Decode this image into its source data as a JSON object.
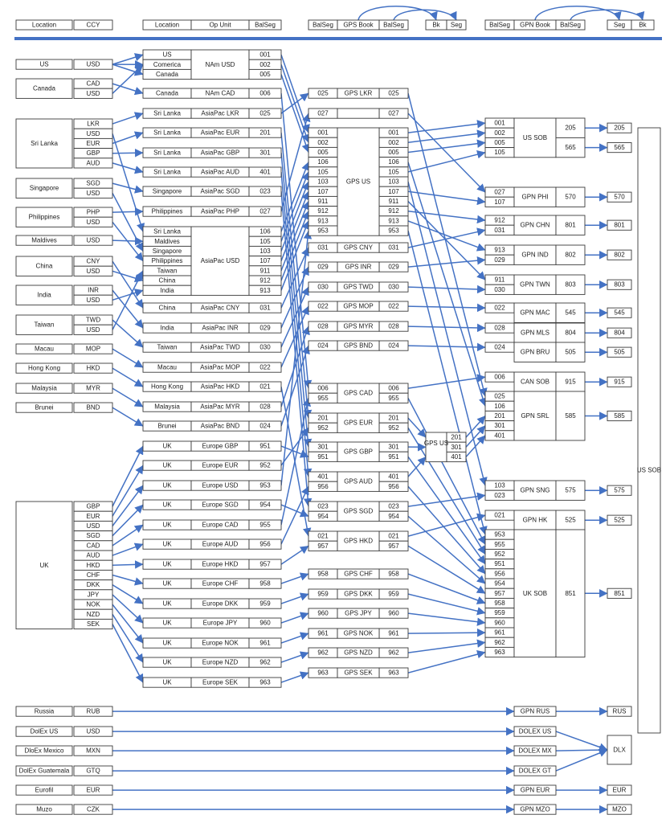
{
  "colors": {
    "arrow": "#4472c4",
    "box_border": "#3a3a3a",
    "header_rule": "#4472c4",
    "text": "#1a1a1a"
  },
  "headers": {
    "location": "Location",
    "ccy": "CCY",
    "location2": "Location",
    "op_unit": "Op Unit",
    "balseg": "BalSeg",
    "gps_balseg_a": "BalSeg",
    "gps_book": "GPS Book",
    "gps_balseg_b": "BalSeg",
    "gps_bk": "Bk",
    "gps_seg": "Seg",
    "gpn_balseg_a": "BalSeg",
    "gpn_book": "GPN Book",
    "gpn_balseg_b": "BalSeg",
    "gpn_seg": "Seg",
    "gpn_bk": "Bk"
  },
  "locations": [
    {
      "name": "US",
      "ccys": [
        "USD"
      ]
    },
    {
      "name": "Canada",
      "ccys": [
        "CAD",
        "USD"
      ]
    },
    {
      "name": "Sri Lanka",
      "ccys": [
        "LKR",
        "USD",
        "EUR",
        "GBP",
        "AUD"
      ]
    },
    {
      "name": "Singapore",
      "ccys": [
        "SGD",
        "USD"
      ]
    },
    {
      "name": "Philippines",
      "ccys": [
        "PHP",
        "USD"
      ]
    },
    {
      "name": "Maldives",
      "ccys": [
        "USD"
      ]
    },
    {
      "name": "China",
      "ccys": [
        "CNY",
        "USD"
      ]
    },
    {
      "name": "India",
      "ccys": [
        "INR",
        "USD"
      ]
    },
    {
      "name": "Taiwan",
      "ccys": [
        "TWD",
        "USD"
      ]
    },
    {
      "name": "Macau",
      "ccys": [
        "MOP"
      ]
    },
    {
      "name": "Hong Kong",
      "ccys": [
        "HKD"
      ]
    },
    {
      "name": "Malaysia",
      "ccys": [
        "MYR"
      ]
    },
    {
      "name": "Brunei",
      "ccys": [
        "BND"
      ]
    },
    {
      "name": "UK",
      "ccys": [
        "GBP",
        "EUR",
        "USD",
        "SGD",
        "CAD",
        "AUD",
        "HKD",
        "CHF",
        "DKK",
        "JPY",
        "NOK",
        "NZD",
        "SEK"
      ]
    }
  ],
  "op_units": [
    {
      "locs": [
        "US",
        "Comerica",
        "Canada"
      ],
      "unit": "NAm USD",
      "segs": [
        "001",
        "002",
        "005"
      ]
    },
    {
      "locs": [
        "Canada"
      ],
      "unit": "NAm CAD",
      "segs": [
        "006"
      ]
    },
    {
      "locs": [
        "Sri Lanka"
      ],
      "unit": "AsiaPac LKR",
      "segs": [
        "025"
      ]
    },
    {
      "locs": [
        "Sri Lanka"
      ],
      "unit": "AsiaPac EUR",
      "segs": [
        "201"
      ]
    },
    {
      "locs": [
        "Sri Lanka"
      ],
      "unit": "AsiaPac GBP",
      "segs": [
        "301"
      ]
    },
    {
      "locs": [
        "Sri Lanka"
      ],
      "unit": "AsiaPac AUD",
      "segs": [
        "401"
      ]
    },
    {
      "locs": [
        "Singapore"
      ],
      "unit": "AsiaPac SGD",
      "segs": [
        "023"
      ]
    },
    {
      "locs": [
        "Philippines"
      ],
      "unit": "AsiaPac PHP",
      "segs": [
        "027"
      ]
    },
    {
      "locs": [
        "Sri Lanka",
        "Maldives",
        "Singapore",
        "Philippines",
        "Taiwan",
        "China",
        "India"
      ],
      "unit": "AsiaPac USD",
      "segs": [
        "106",
        "105",
        "103",
        "107",
        "911",
        "912",
        "913"
      ]
    },
    {
      "locs": [
        "China"
      ],
      "unit": "AsiaPac CNY",
      "segs": [
        "031"
      ]
    },
    {
      "locs": [
        "India"
      ],
      "unit": "AsiaPac INR",
      "segs": [
        "029"
      ]
    },
    {
      "locs": [
        "Taiwan"
      ],
      "unit": "AsiaPac TWD",
      "segs": [
        "030"
      ]
    },
    {
      "locs": [
        "Macau"
      ],
      "unit": "AsiaPac MOP",
      "segs": [
        "022"
      ]
    },
    {
      "locs": [
        "Hong Kong"
      ],
      "unit": "AsiaPac HKD",
      "segs": [
        "021"
      ]
    },
    {
      "locs": [
        "Malaysia"
      ],
      "unit": "AsiaPac MYR",
      "segs": [
        "028"
      ]
    },
    {
      "locs": [
        "Brunei"
      ],
      "unit": "AsiaPac BND",
      "segs": [
        "024"
      ]
    },
    {
      "locs": [
        "UK"
      ],
      "unit": "Europe GBP",
      "segs": [
        "951"
      ]
    },
    {
      "locs": [
        "UK"
      ],
      "unit": "Europe EUR",
      "segs": [
        "952"
      ]
    },
    {
      "locs": [
        "UK"
      ],
      "unit": "Europe USD",
      "segs": [
        "953"
      ]
    },
    {
      "locs": [
        "UK"
      ],
      "unit": "Europe SGD",
      "segs": [
        "954"
      ]
    },
    {
      "locs": [
        "UK"
      ],
      "unit": "Europe CAD",
      "segs": [
        "955"
      ]
    },
    {
      "locs": [
        "UK"
      ],
      "unit": "Europe AUD",
      "segs": [
        "956"
      ]
    },
    {
      "locs": [
        "UK"
      ],
      "unit": "Europe HKD",
      "segs": [
        "957"
      ]
    },
    {
      "locs": [
        "UK"
      ],
      "unit": "Europe CHF",
      "segs": [
        "958"
      ]
    },
    {
      "locs": [
        "UK"
      ],
      "unit": "Europe DKK",
      "segs": [
        "959"
      ]
    },
    {
      "locs": [
        "UK"
      ],
      "unit": "Europe JPY",
      "segs": [
        "960"
      ]
    },
    {
      "locs": [
        "UK"
      ],
      "unit": "Europe NOK",
      "segs": [
        "961"
      ]
    },
    {
      "locs": [
        "UK"
      ],
      "unit": "Europe NZD",
      "segs": [
        "962"
      ]
    },
    {
      "locs": [
        "UK"
      ],
      "unit": "Europe SEK",
      "segs": [
        "963"
      ]
    }
  ],
  "gps_books": [
    {
      "segs": [
        "025"
      ],
      "book": "GPS LKR"
    },
    {
      "segs": [
        "027"
      ],
      "book": ""
    },
    {
      "segs": [
        "001",
        "002",
        "005",
        "106",
        "105",
        "103",
        "107",
        "911",
        "912",
        "913",
        "953"
      ],
      "book": "GPS US"
    },
    {
      "segs": [
        "031"
      ],
      "book": "GPS CNY"
    },
    {
      "segs": [
        "029"
      ],
      "book": "GPS INR"
    },
    {
      "segs": [
        "030"
      ],
      "book": "GPS TWD"
    },
    {
      "segs": [
        "022"
      ],
      "book": "GPS MOP"
    },
    {
      "segs": [
        "028"
      ],
      "book": "GPS MYR"
    },
    {
      "segs": [
        "024"
      ],
      "book": "GPS BND"
    },
    {
      "segs": [
        "006",
        "955"
      ],
      "book": "GPS CAD"
    },
    {
      "segs": [
        "201",
        "952"
      ],
      "book": "GPS EUR"
    },
    {
      "segs": [
        "301",
        "951"
      ],
      "book": "GPS GBP"
    },
    {
      "segs": [
        "401",
        "956"
      ],
      "book": "GPS AUD"
    },
    {
      "segs": [
        "023",
        "954"
      ],
      "book": "GPS SGD"
    },
    {
      "segs": [
        "021",
        "957"
      ],
      "book": "GPS HKD"
    },
    {
      "segs": [
        "958"
      ],
      "book": "GPS CHF"
    },
    {
      "segs": [
        "959"
      ],
      "book": "GPS DKK"
    },
    {
      "segs": [
        "960"
      ],
      "book": "GPS JPY"
    },
    {
      "segs": [
        "961"
      ],
      "book": "GPS NOK"
    },
    {
      "segs": [
        "962"
      ],
      "book": "GPS NZD"
    },
    {
      "segs": [
        "963"
      ],
      "book": "GPS SEK"
    }
  ],
  "gps_us_book": {
    "label": "GPS US",
    "segs": [
      "201",
      "301",
      "401"
    ]
  },
  "gpn_books": [
    {
      "segs": [
        "001",
        "002",
        "005",
        "105"
      ],
      "book": "US SOB",
      "bsegs": [
        "205",
        "565"
      ]
    },
    {
      "segs": [
        "027",
        "107"
      ],
      "book": "GPN PHI",
      "bsegs": [
        "570"
      ]
    },
    {
      "segs": [
        "912",
        "031"
      ],
      "book": "GPN CHN",
      "bsegs": [
        "801"
      ]
    },
    {
      "segs": [
        "913",
        "029"
      ],
      "book": "GPN IND",
      "bsegs": [
        "802"
      ]
    },
    {
      "segs": [
        "911",
        "030"
      ],
      "book": "GPN TWN",
      "bsegs": [
        "803"
      ]
    },
    {
      "segs": [
        "022"
      ],
      "book": "GPN MAC",
      "bsegs": [
        "545"
      ]
    },
    {
      "segs": [
        "028"
      ],
      "book": "GPN MLS",
      "bsegs": [
        "804"
      ]
    },
    {
      "segs": [
        "024"
      ],
      "book": "GPN BRU",
      "bsegs": [
        "505"
      ]
    },
    {
      "segs": [
        "006"
      ],
      "book": "CAN SOB",
      "bsegs": [
        "915"
      ]
    },
    {
      "segs": [
        "025",
        "106",
        "201",
        "301",
        "401"
      ],
      "book": "GPN SRL",
      "bsegs": [
        "585"
      ]
    },
    {
      "segs": [
        "103",
        "023"
      ],
      "book": "GPN SNG",
      "bsegs": [
        "575"
      ]
    },
    {
      "segs": [
        "021"
      ],
      "book": "GPN HK",
      "bsegs": [
        "525"
      ]
    },
    {
      "segs": [
        "953",
        "955",
        "952",
        "951",
        "956",
        "954",
        "957",
        "958",
        "959",
        "960",
        "961",
        "962",
        "963"
      ],
      "book": "UK SOB",
      "bsegs": [
        "851"
      ]
    }
  ],
  "seg_outputs": [
    "205",
    "565",
    "570",
    "801",
    "802",
    "803",
    "545",
    "804",
    "505",
    "915",
    "585",
    "575",
    "525",
    "851"
  ],
  "us_sob_label": "US SOB",
  "other_entities": [
    {
      "name": "Russia",
      "ccy": "RUB",
      "book": "GPN RUS",
      "out": "RUS"
    },
    {
      "name": "DolEx US",
      "ccy": "USD",
      "book": "DOLEX US",
      "out": ""
    },
    {
      "name": "DloEx Mexico",
      "ccy": "MXN",
      "book": "DOLEX MX",
      "out": ""
    },
    {
      "name": "DolEx Guatemala",
      "ccy": "GTQ",
      "book": "DOLEX GT",
      "out": ""
    },
    {
      "name": "Eurofil",
      "ccy": "EUR",
      "book": "GPN EUR",
      "out": "EUR"
    },
    {
      "name": "Muzo",
      "ccy": "CZK",
      "book": "GPN MZO",
      "out": "MZO"
    }
  ],
  "dlx_label": "DLX"
}
